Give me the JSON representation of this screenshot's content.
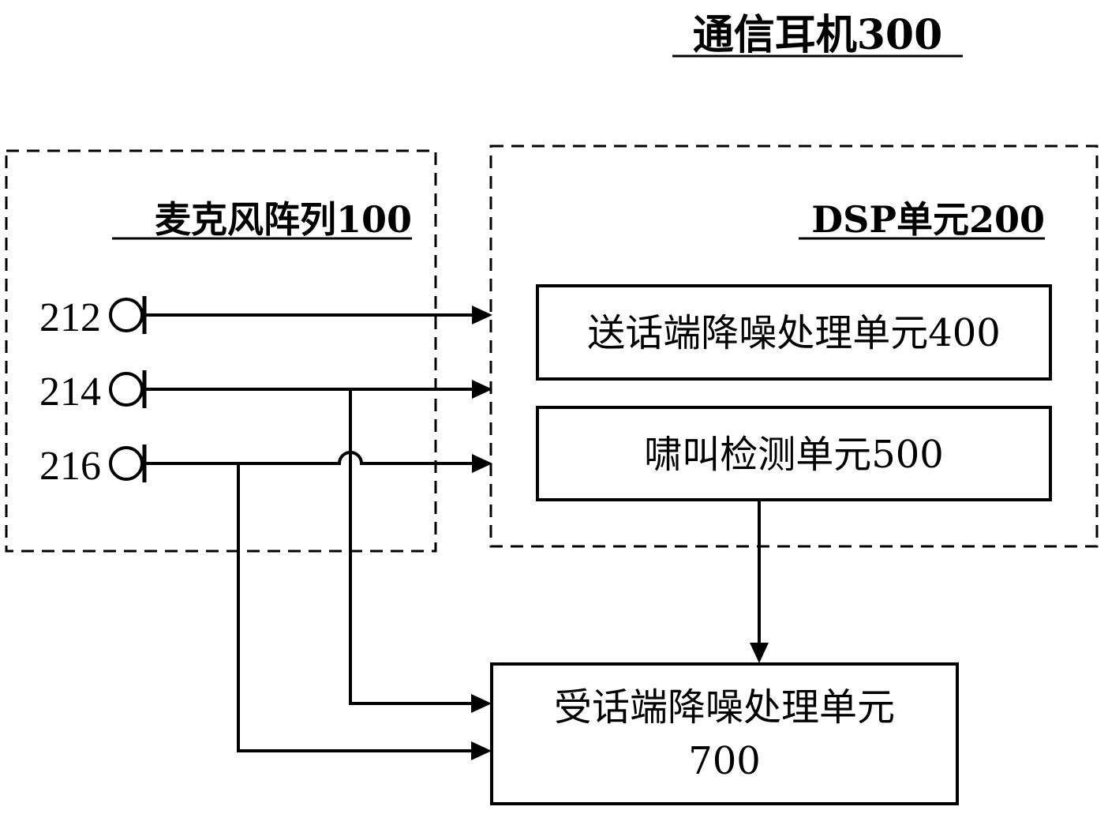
{
  "title": "通信耳机300",
  "mic_array": {
    "label": "麦克风阵列100",
    "mics": [
      {
        "id": "212"
      },
      {
        "id": "214"
      },
      {
        "id": "216"
      }
    ]
  },
  "dsp": {
    "label": "DSP单元200",
    "units": {
      "tx_noise_reduction": "送话端降噪处理单元400",
      "howl_detection": "啸叫检测单元500"
    }
  },
  "rx_noise_reduction": {
    "line1": "受话端降噪处理单元",
    "line2": "700"
  }
}
